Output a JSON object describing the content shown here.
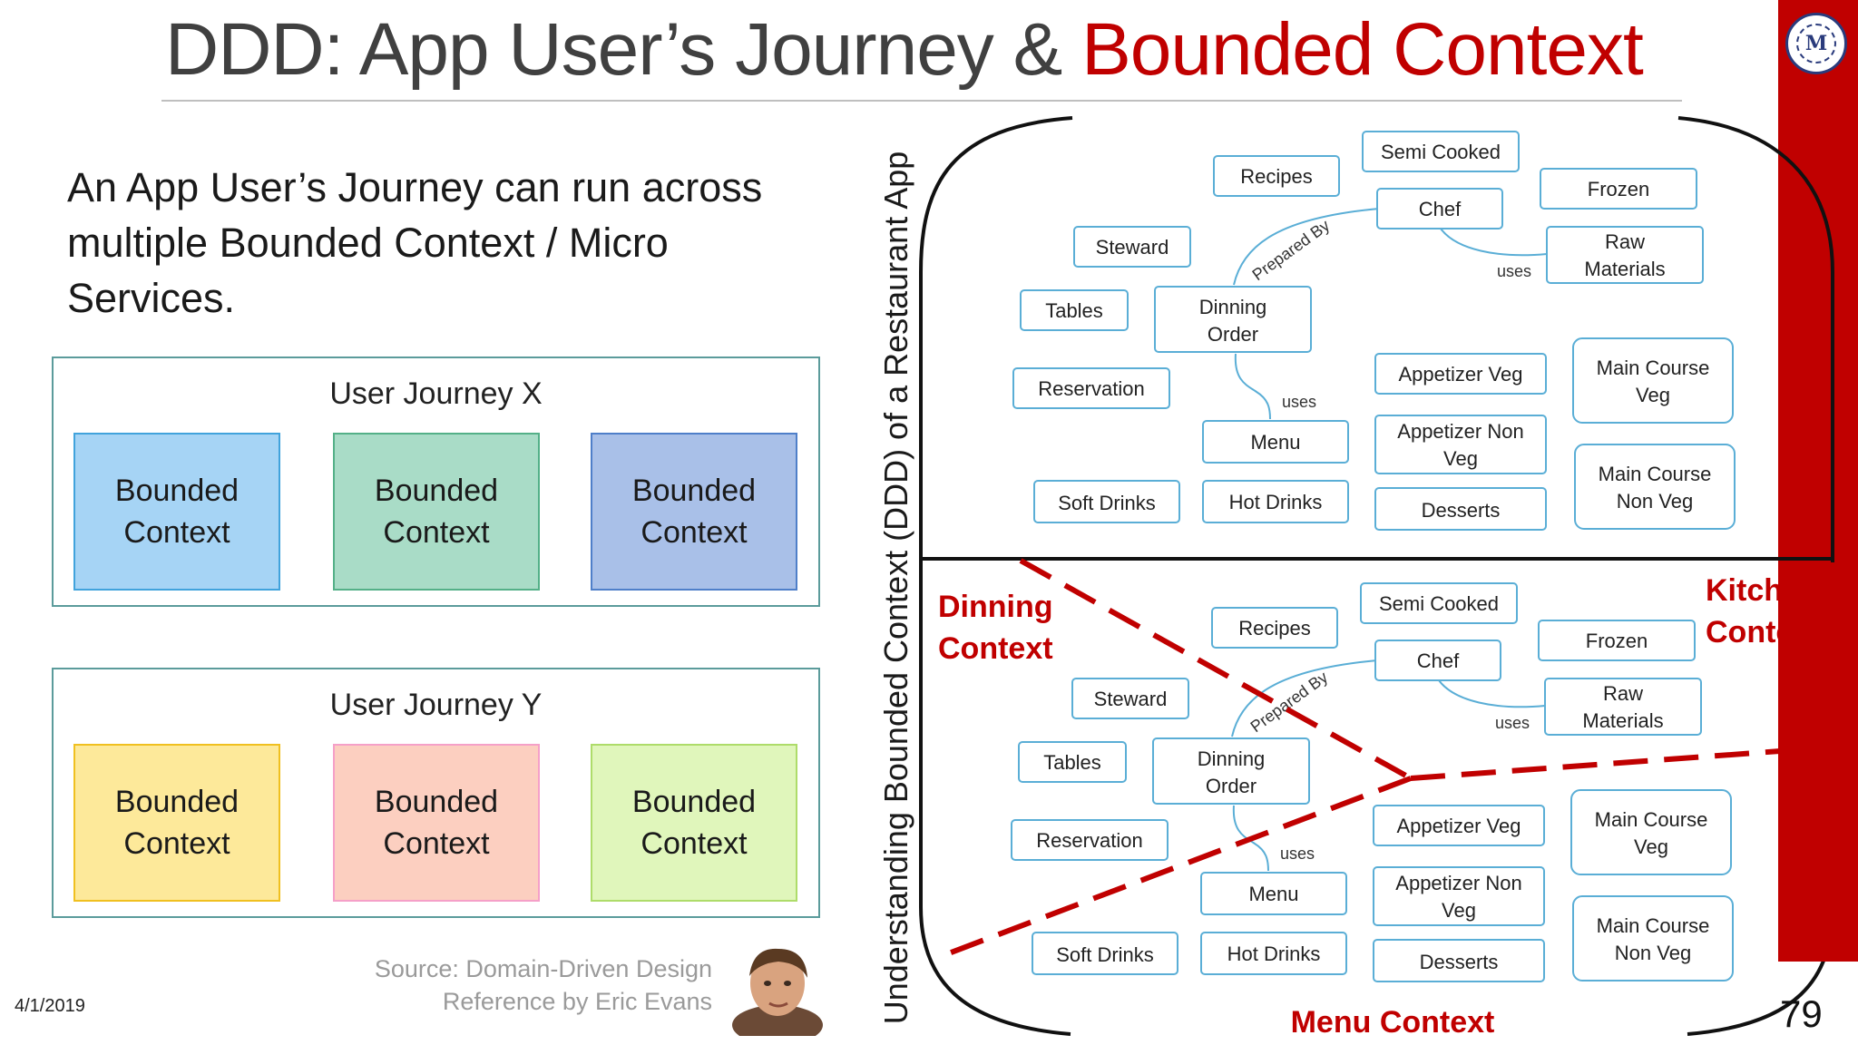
{
  "slide": {
    "title_prefix": "DDD: App User’s Journey & ",
    "title_highlight": "Bounded Context",
    "intro": "An App User’s Journey can run across multiple Bounded Context / Micro Services.",
    "date": "4/1/2019",
    "page_number": "79",
    "source_line1": "Source: Domain-Driven Design",
    "source_line2": "Reference by Eric Evans"
  },
  "journeys": [
    {
      "title": "User Journey X",
      "contexts": [
        {
          "line1": "Bounded",
          "line2": "Context",
          "fill": "#a6d4f5",
          "border": "#41a3dc"
        },
        {
          "line1": "Bounded",
          "line2": "Context",
          "fill": "#a9dcc7",
          "border": "#54b088"
        },
        {
          "line1": "Bounded",
          "line2": "Context",
          "fill": "#a9c0e8",
          "border": "#4f7fc9"
        }
      ]
    },
    {
      "title": "User Journey Y",
      "contexts": [
        {
          "line1": "Bounded",
          "line2": "Context",
          "fill": "#fde99a",
          "border": "#f0c020"
        },
        {
          "line1": "Bounded",
          "line2": "Context",
          "fill": "#fccfc0",
          "border": "#f5a0c8"
        },
        {
          "line1": "Bounded",
          "line2": "Context",
          "fill": "#e0f6bb",
          "border": "#aedc6a"
        }
      ]
    }
  ],
  "diagram": {
    "vertical_label": "Understanding Bounded Context (DDD) of a Restaurant App",
    "nodes": {
      "recipes": "Recipes",
      "semi_cooked": "Semi Cooked",
      "chef": "Chef",
      "frozen": "Frozen",
      "raw_1": "Raw",
      "raw_2": "Materials",
      "steward": "Steward",
      "tables": "Tables",
      "dinning_order_1": "Dinning",
      "dinning_order_2": "Order",
      "reservation": "Reservation",
      "appetizer_veg": "Appetizer Veg",
      "appetizer_nonveg_1": "Appetizer Non",
      "appetizer_nonveg_2": "Veg",
      "main_veg_1": "Main Course",
      "main_veg_2": "Veg",
      "menu": "Menu",
      "soft_drinks": "Soft Drinks",
      "hot_drinks": "Hot Drinks",
      "desserts": "Desserts",
      "main_nonveg_1": "Main Course",
      "main_nonveg_2": "Non Veg"
    },
    "edge_labels": {
      "prepared_by": "Prepared By",
      "uses": "uses"
    },
    "contexts": {
      "dinning_1": "Dinning",
      "dinning_2": "Context",
      "kitchen_1": "Kitch",
      "kitchen_2": "Conte",
      "menu": "Menu Context"
    },
    "colors": {
      "node_border": "#5aaed6",
      "edge": "#5aaed6",
      "context_red": "#c00000",
      "brand_red": "#c00000"
    }
  }
}
